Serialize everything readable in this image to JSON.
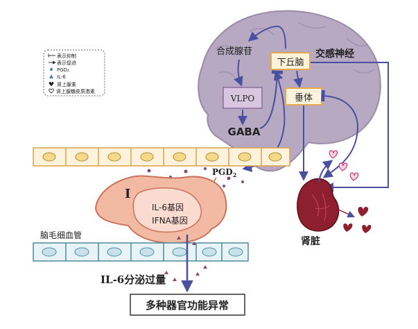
{
  "legend": {
    "items": [
      {
        "symbol": "inhibit",
        "label": "表示抑制"
      },
      {
        "symbol": "promote",
        "label": "表示促进"
      },
      {
        "symbol": "dot",
        "label": "PGD₂"
      },
      {
        "symbol": "triangle",
        "label": "IL-6"
      },
      {
        "symbol": "heart",
        "label": "肾上腺素"
      },
      {
        "symbol": "heart-outline",
        "label": "肾上腺糖皮质激素"
      }
    ]
  },
  "brain": {
    "synthesis": "合成腺苷",
    "vlpo": "VLPO",
    "gaba": "GABA",
    "hypothalamus": "下丘脑",
    "pituitary": "垂体",
    "sympathetic": "交感神经"
  },
  "pgd2": {
    "main": "PGD",
    "sub": "2"
  },
  "cell": {
    "roman": "I",
    "gene1": "IL-6基因",
    "gene2": "IFNA基因"
  },
  "capillary": "脑毛细血管",
  "kidney": "肾脏",
  "il6_secretion": "IL-6分泌过量",
  "outcome": "多种器官功能异常",
  "colors": {
    "arrow": "#4a4fa0",
    "box_fill": "#fdf3dc",
    "box_stroke": "#e3a94a",
    "cell_fill": "#f2b9a3",
    "brain": "#b7a9c2",
    "kidney": "#8e1f2e",
    "heart": "#d6456e"
  }
}
